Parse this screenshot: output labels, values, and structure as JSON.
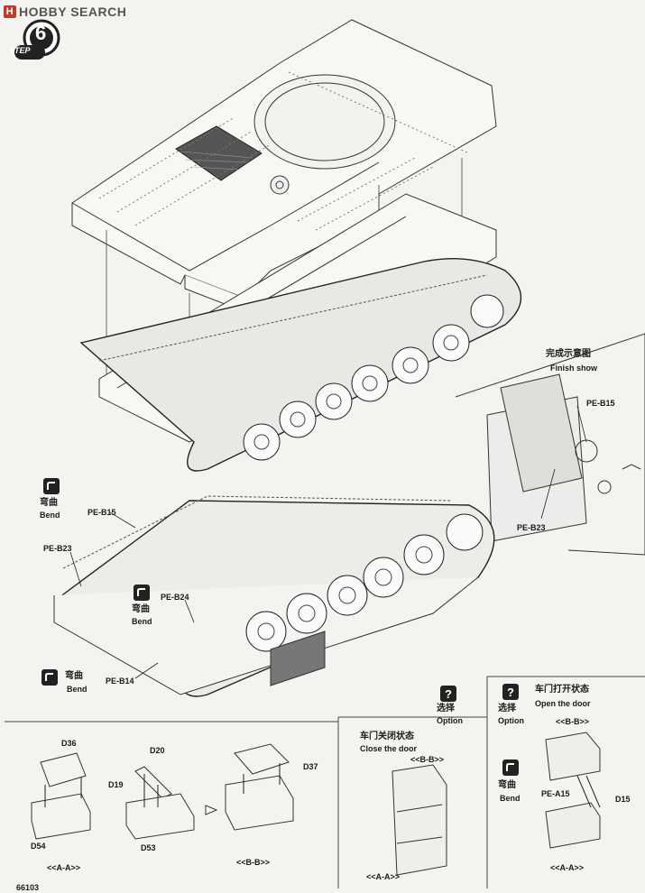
{
  "watermark": {
    "brand": "HOBBY SEARCH",
    "box": "H"
  },
  "step": {
    "number": "6",
    "label": "STEP"
  },
  "finish": {
    "zh": "完成示意图",
    "en": "Finish show",
    "parts": [
      "PE-B15",
      "PE-B23"
    ]
  },
  "bend_labels": {
    "zh": "弯曲",
    "en": "Bend"
  },
  "main_parts": [
    "PE-B15",
    "PE-B23",
    "PE-B24",
    "PE-B14"
  ],
  "bottom": {
    "panel1": {
      "parts": [
        "D36",
        "D54"
      ],
      "section": "<<A-A>>"
    },
    "panel2": {
      "parts": [
        "D20",
        "D19",
        "D53"
      ]
    },
    "panel3": {
      "parts": [
        "D37"
      ],
      "section": "<<B-B>>"
    },
    "panel4": {
      "zh_title": "车门关闭状态",
      "en_title": "Close the door",
      "option_zh": "选择",
      "option_en": "Option",
      "sections": [
        "<<B-B>>",
        "<<A-A>>"
      ]
    },
    "panel5": {
      "zh_title": "车门打开状态",
      "en_title": "Open the door",
      "option_zh": "选择",
      "option_en": "Option",
      "sections": [
        "<<B-B>>",
        "<<A-A>>"
      ],
      "parts": [
        "PE-A15",
        "D15"
      ],
      "bend_zh": "弯曲",
      "bend_en": "Bend"
    }
  },
  "footer": {
    "page": "66103"
  },
  "icons": [
    "bend-icon",
    "option-icon"
  ]
}
